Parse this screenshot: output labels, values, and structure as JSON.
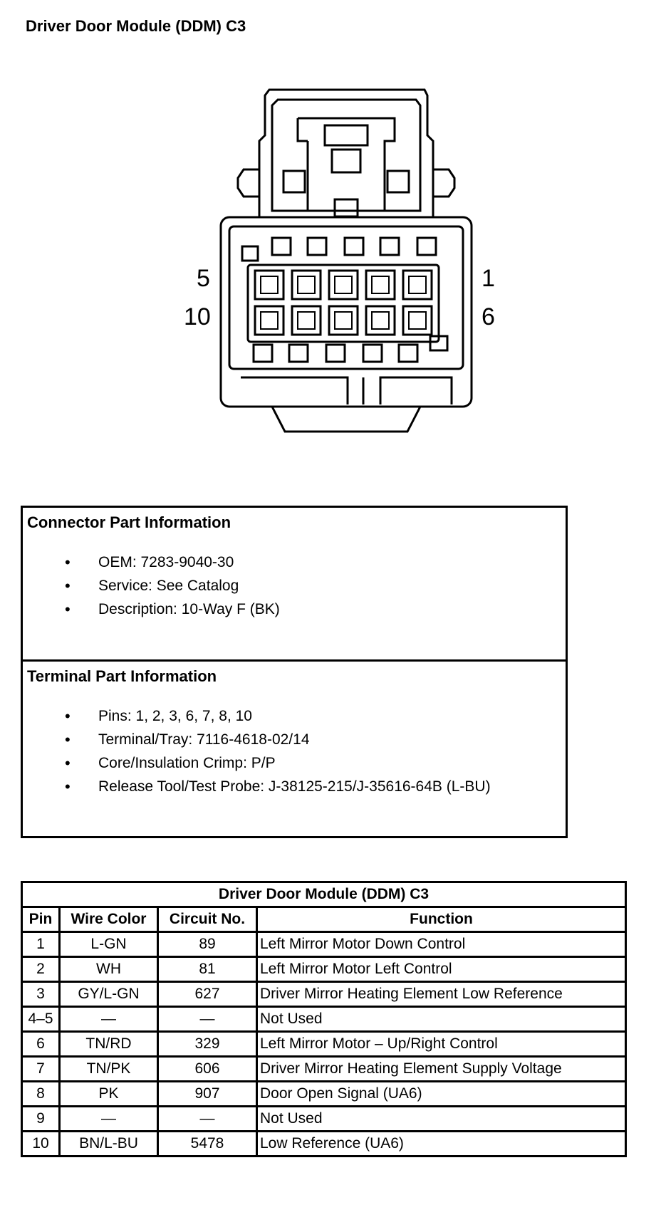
{
  "page": {
    "title": "Driver Door Module (DDM) C3"
  },
  "connector_diagram": {
    "pin_labels": {
      "top_left": "5",
      "bottom_left": "10",
      "top_right": "1",
      "bottom_right": "6"
    }
  },
  "connector_info": {
    "heading": "Connector Part Information",
    "items": [
      "OEM: 7283-9040-30",
      "Service: See Catalog",
      "Description: 10-Way F (BK)"
    ]
  },
  "terminal_info": {
    "heading": "Terminal Part Information",
    "items": [
      "Pins: 1, 2, 3, 6, 7, 8, 10",
      "Terminal/Tray: 7116-4618-02/14",
      "Core/Insulation Crimp: P/P",
      "Release Tool/Test Probe: J-38125-215/J-35616-64B (L-BU)"
    ]
  },
  "pin_table": {
    "caption": "Driver Door Module (DDM) C3",
    "headers": [
      "Pin",
      "Wire Color",
      "Circuit No.",
      "Function"
    ],
    "rows": [
      [
        "1",
        "L-GN",
        "89",
        "Left Mirror Motor Down Control"
      ],
      [
        "2",
        "WH",
        "81",
        "Left Mirror Motor Left Control"
      ],
      [
        "3",
        "GY/L-GN",
        "627",
        "Driver Mirror Heating Element Low Reference"
      ],
      [
        "4–5",
        "—",
        "—",
        "Not Used"
      ],
      [
        "6",
        "TN/RD",
        "329",
        "Left Mirror Motor – Up/Right Control"
      ],
      [
        "7",
        "TN/PK",
        "606",
        "Driver Mirror Heating Element Supply Voltage"
      ],
      [
        "8",
        "PK",
        "907",
        "Door Open Signal (UA6)"
      ],
      [
        "9",
        "—",
        "—",
        "Not Used"
      ],
      [
        "10",
        "BN/L-BU",
        "5478",
        "Low Reference (UA6)"
      ]
    ]
  }
}
